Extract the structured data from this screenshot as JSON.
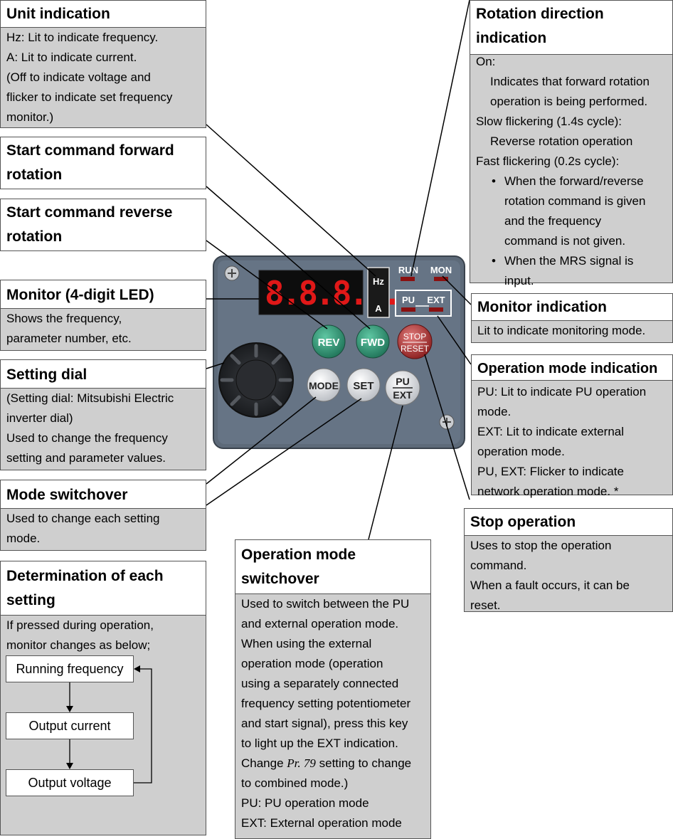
{
  "callouts": {
    "unit": {
      "title": "Unit indication",
      "lines": [
        "Hz: Lit to indicate frequency.",
        "A: Lit to indicate current.",
        "(Off to indicate voltage and",
        "flicker to indicate set frequency",
        "monitor.)"
      ]
    },
    "fwd": {
      "title_l1": "Start command forward",
      "title_l2": "rotation"
    },
    "rev": {
      "title_l1": "Start command reverse",
      "title_l2": "rotation"
    },
    "monitor": {
      "title": "Monitor (4-digit LED)",
      "lines": [
        "Shows the frequency,",
        "parameter number, etc."
      ]
    },
    "dial": {
      "title": "Setting dial",
      "lines": [
        "(Setting dial: Mitsubishi Electric",
        "inverter dial)",
        "Used to change the frequency",
        "setting and parameter values."
      ]
    },
    "mode": {
      "title": "Mode switchover",
      "lines": [
        "Used to change each setting",
        "mode."
      ]
    },
    "determination": {
      "title_l1": "Determination of each",
      "title_l2": "setting",
      "lines": [
        "If pressed during operation,",
        "monitor changes as below;"
      ],
      "flow": [
        "Running frequency",
        "Output current",
        "Output voltage"
      ]
    },
    "opmode_switch": {
      "title_l1": "Operation mode",
      "title_l2": "switchover",
      "lines": [
        "Used to switch between the PU",
        "and external operation mode.",
        "When using the external",
        "operation mode (operation",
        "using a separately connected",
        "frequency setting potentiometer",
        "and start signal), press this key",
        "to light up the EXT indication."
      ],
      "pr_pre": "Change ",
      "pr_param": "Pr. 79",
      "pr_post": " setting to change",
      "lines2": [
        "to combined mode.)",
        "PU: PU operation mode",
        "EXT: External operation mode"
      ]
    },
    "rotation": {
      "title_l1": "Rotation direction",
      "title_l2": "indication",
      "on": "On:",
      "on_desc": [
        "Indicates that forward rotation",
        "operation is being performed."
      ],
      "slow": "Slow flickering (1.4s cycle):",
      "slow_desc": "Reverse rotation operation",
      "fast": "Fast flickering (0.2s cycle):",
      "bullet1": [
        "When the forward/reverse",
        "rotation command is given",
        "and the frequency",
        "command is not given."
      ],
      "bullet2": [
        "When the MRS signal is",
        "input."
      ]
    },
    "monitor_ind": {
      "title": "Monitor indication",
      "lines": [
        "Lit to indicate monitoring mode."
      ]
    },
    "opmode_ind": {
      "title": "Operation mode indication",
      "lines": [
        "PU: Lit to indicate PU operation",
        "mode.",
        "EXT: Lit to indicate external",
        "operation mode.",
        "PU, EXT: Flicker to indicate",
        "network operation mode. *"
      ]
    },
    "stop": {
      "title": "Stop operation",
      "lines": [
        "Uses to stop the operation",
        "command.",
        "When a fault occurs, it can be",
        "reset."
      ]
    }
  },
  "panel": {
    "led_text": "8.8.8.8.",
    "hz": "Hz",
    "a": "A",
    "run": "RUN",
    "mon": "MON",
    "pu": "PU",
    "ext": "EXT",
    "rev": "REV",
    "fwd": "FWD",
    "stop": "STOP",
    "reset": "RESET",
    "mode": "MODE",
    "set": "SET",
    "pu_key": "PU",
    "ext_key": "EXT"
  },
  "colors": {
    "box_fill": "#cfcfcf",
    "panel": "#5a6878",
    "green_btn": "#2e8b6e",
    "stop_btn": "#a83232",
    "led_red": "#e01818"
  }
}
